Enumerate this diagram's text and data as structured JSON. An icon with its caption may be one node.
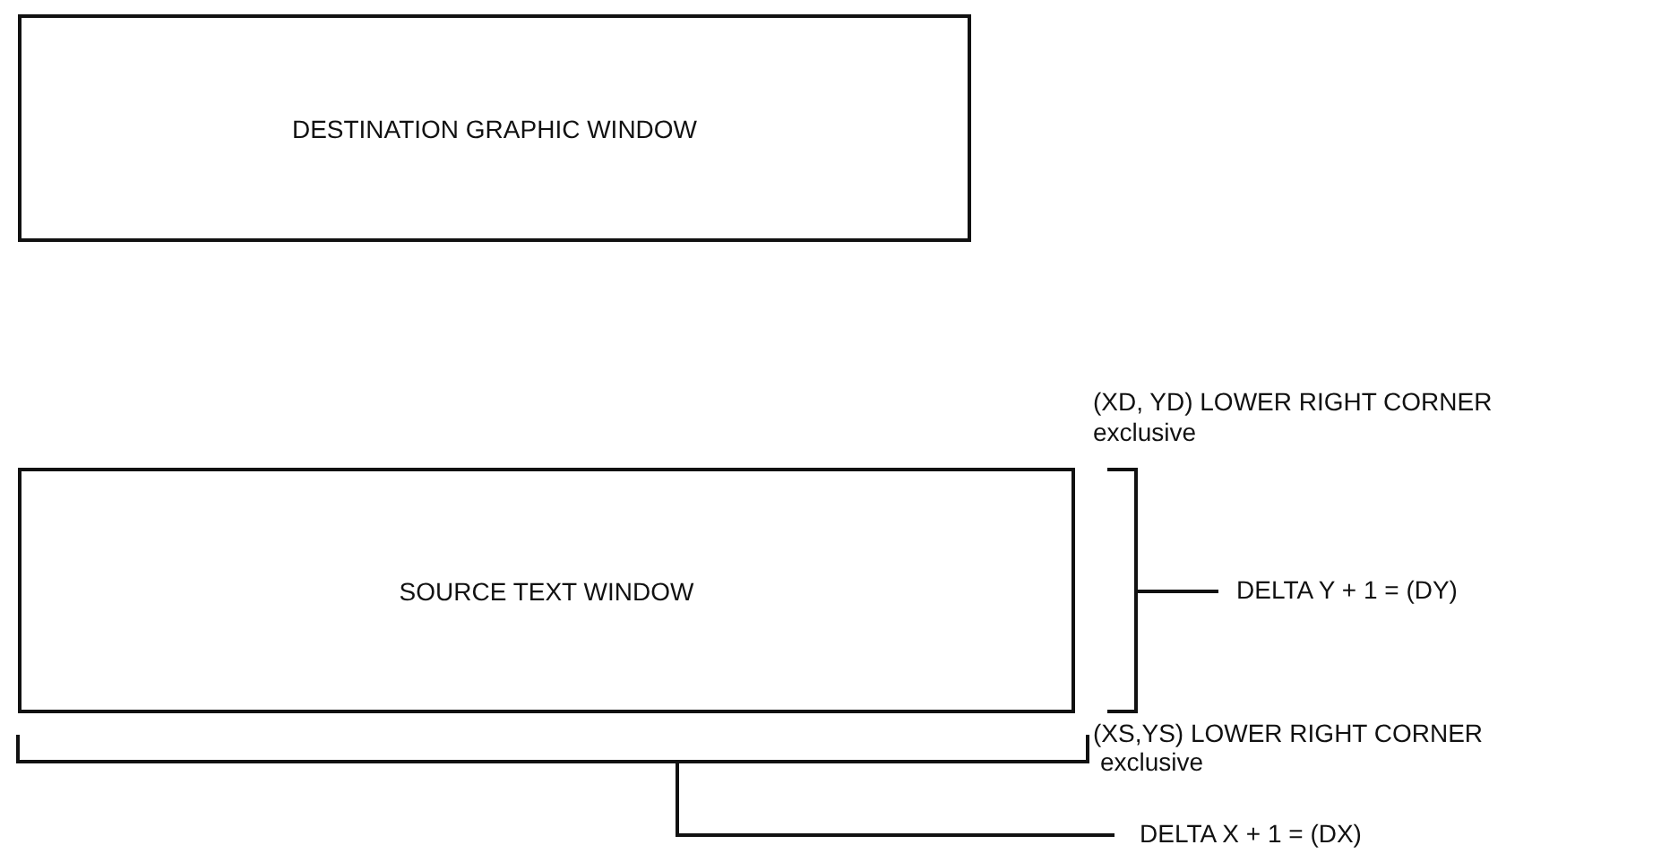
{
  "diagram": {
    "nodes": [
      {
        "text": [
          "DESTINATION GRAPHIC WINDOW"
        ]
      },
      {
        "text": [
          "SOURCE TEXT WINDOW"
        ]
      }
    ],
    "edges": [],
    "labels": [
      "(XD, YD) LOWER RIGHT CORNER",
      "exclusive",
      "DELTA Y + 1 = (DY)",
      "(XS,YS) LOWER RIGHT CORNER",
      "exclusive",
      "DELTA X + 1 = (DX)"
    ]
  }
}
